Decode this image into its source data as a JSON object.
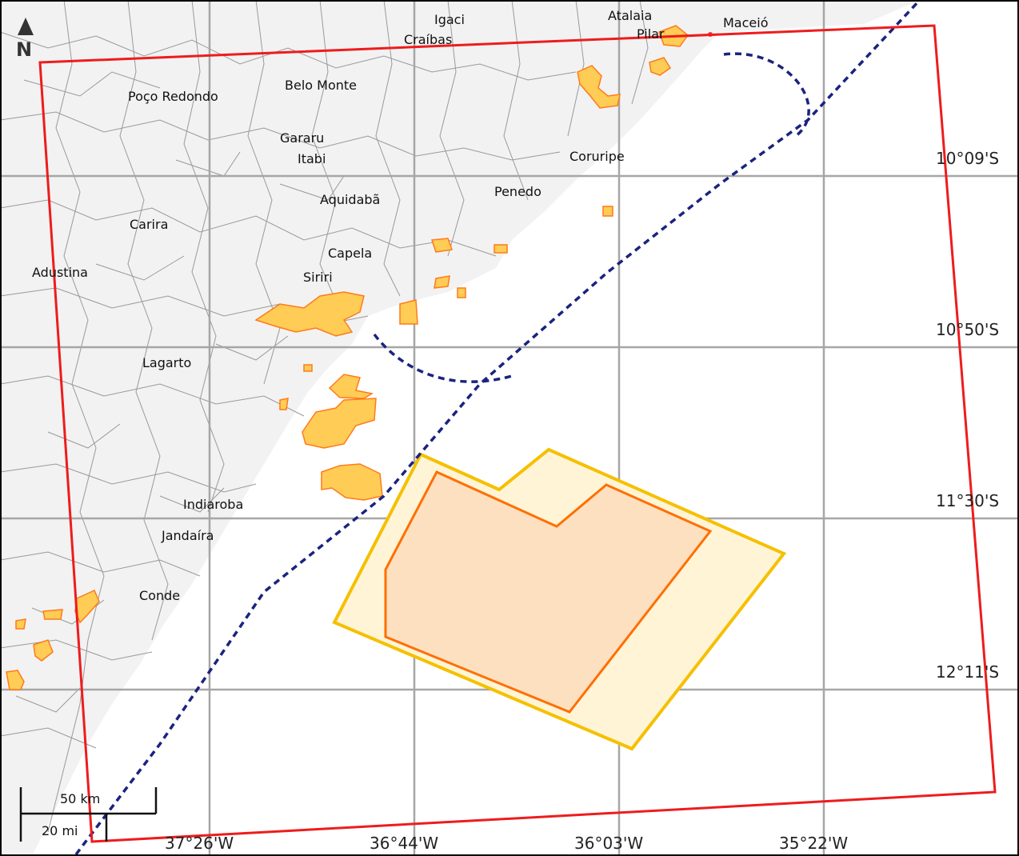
{
  "map": {
    "north_label": "N",
    "places": [
      {
        "id": "igaci",
        "name": "Igaci"
      },
      {
        "id": "craibas",
        "name": "Craíbas"
      },
      {
        "id": "atalaia",
        "name": "Atalaia"
      },
      {
        "id": "pilar",
        "name": "Pilar"
      },
      {
        "id": "maceio",
        "name": "Maceió"
      },
      {
        "id": "poco-redondo",
        "name": "Poço Redondo"
      },
      {
        "id": "belo-monte",
        "name": "Belo Monte"
      },
      {
        "id": "gararu",
        "name": "Gararu"
      },
      {
        "id": "itabi",
        "name": "Itabi"
      },
      {
        "id": "coruripe",
        "name": "Coruripe"
      },
      {
        "id": "aquidaba",
        "name": "Aquidabã"
      },
      {
        "id": "penedo",
        "name": "Penedo"
      },
      {
        "id": "carira",
        "name": "Carira"
      },
      {
        "id": "capela",
        "name": "Capela"
      },
      {
        "id": "adustina",
        "name": "Adustina"
      },
      {
        "id": "siriri",
        "name": "Siriri"
      },
      {
        "id": "lagarto",
        "name": "Lagarto"
      },
      {
        "id": "indiaroba",
        "name": "Indiaroba"
      },
      {
        "id": "jandaira",
        "name": "Jandaíra"
      },
      {
        "id": "conde",
        "name": "Conde"
      }
    ],
    "latitudes": [
      "10°09'S",
      "10°50'S",
      "11°30'S",
      "12°11'S"
    ],
    "longitudes": [
      "37°26'W",
      "36°44'W",
      "36°03'W",
      "35°22'W"
    ],
    "scale": {
      "km": "50 km",
      "mi": "20 mi"
    },
    "colors": {
      "land": "#f2f2f2",
      "sea": "#ffffff",
      "study_area_border": "#ee1c1c",
      "oil_fields_fill": "#ffcc55",
      "oil_fields_border": "#ff7a1a",
      "outer_block_border": "#f5c000",
      "outer_block_fill": "#fff4d6",
      "inner_block_fill": "#fde0c0",
      "dashed_line": "#1a237e",
      "grid": "#a6a6a6"
    }
  }
}
